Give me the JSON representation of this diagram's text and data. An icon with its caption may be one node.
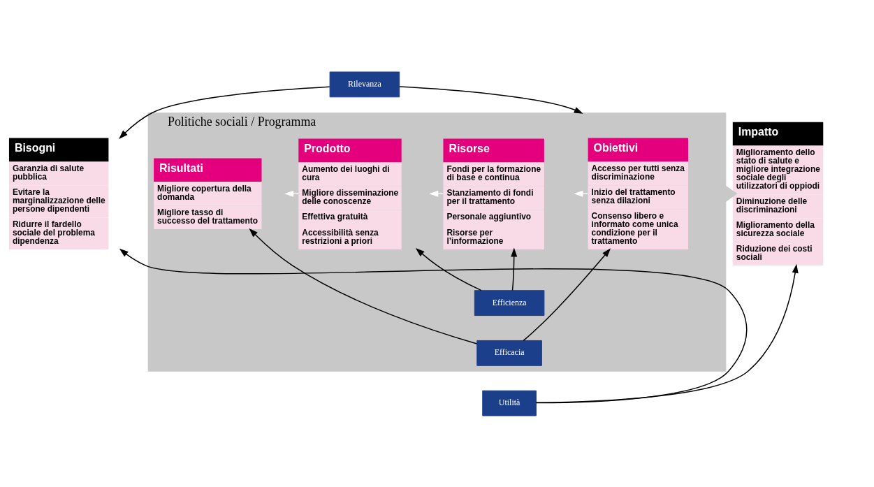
{
  "diagram": {
    "nodes": [
      {
        "text": [
          "Rilevanza"
        ]
      },
      {
        "text": [
          "Bisogni",
          "Garanzia di salute pubblica",
          "Evitare la marginalizzazione delle persone dipendenti",
          "Ridurre il fardello sociale del problema dipendenza"
        ]
      },
      {
        "text": [
          "Politiche sociali / Programma"
        ]
      },
      {
        "text": [
          "Obiettivi",
          "Accesso per tutti senza discriminazione",
          "Inizio del trattamento senza dilazioni",
          "Consenso libero e informato come unica condizione per il trattamento"
        ],
        "in": 2
      },
      {
        "text": [
          "Risorse",
          "Fondi per la formazione di base e continua",
          "Stanziamento di fondi per il trattamento",
          "Personale aggiuntivo",
          "Risorse per l’informazione"
        ],
        "in": 2
      },
      {
        "text": [
          "Prodotto",
          "Aumento dei luoghi di cura",
          "Migliore disseminazione delle conoscenze",
          "Effettiva gratuità",
          "Accessibilità senza restrizioni a priori"
        ],
        "in": 2
      },
      {
        "text": [
          "Risultati",
          "Migliore copertura della domanda",
          "Migliore tasso di successo del trattamento"
        ],
        "in": 2
      },
      {
        "text": [
          "Impatto",
          "Miglioramento dello stato di salute e migliore integrazione sociale degli utilizzatori di oppiodi",
          "Diminuzione delle discriminazioni",
          "Miglioramento della sicurezza sociale",
          "Riduzione dei costi sociali"
        ]
      },
      {
        "text": [
          "Efficienza"
        ],
        "in": 2
      },
      {
        "text": [
          "Efficacia"
        ],
        "in": 2
      },
      {
        "text": [
          "Utilità"
        ]
      }
    ],
    "edges": [
      {
        "from": 0,
        "to": 1,
        "arrow": "to"
      },
      {
        "from": 0,
        "to": 2,
        "arrow": "to"
      },
      {
        "from": 3,
        "to": 4,
        "arrow": "to",
        "color": "#ffffff"
      },
      {
        "from": 4,
        "to": 5,
        "arrow": "to",
        "color": "#ffffff"
      },
      {
        "from": 5,
        "to": 6,
        "arrow": "to",
        "color": "#ffffff"
      },
      {
        "from": 2,
        "to": 7,
        "arrow": "to",
        "style": "thick",
        "color": "#c8c8c8"
      },
      {
        "from": 8,
        "to": 4,
        "arrow": "to"
      },
      {
        "from": 8,
        "to": 5,
        "arrow": "to"
      },
      {
        "from": 9,
        "to": 3,
        "arrow": "to"
      },
      {
        "from": 9,
        "to": 6,
        "arrow": "to"
      },
      {
        "from": 10,
        "to": 1,
        "arrow": "to"
      },
      {
        "from": 10,
        "to": 7,
        "arrow": "to"
      }
    ]
  }
}
